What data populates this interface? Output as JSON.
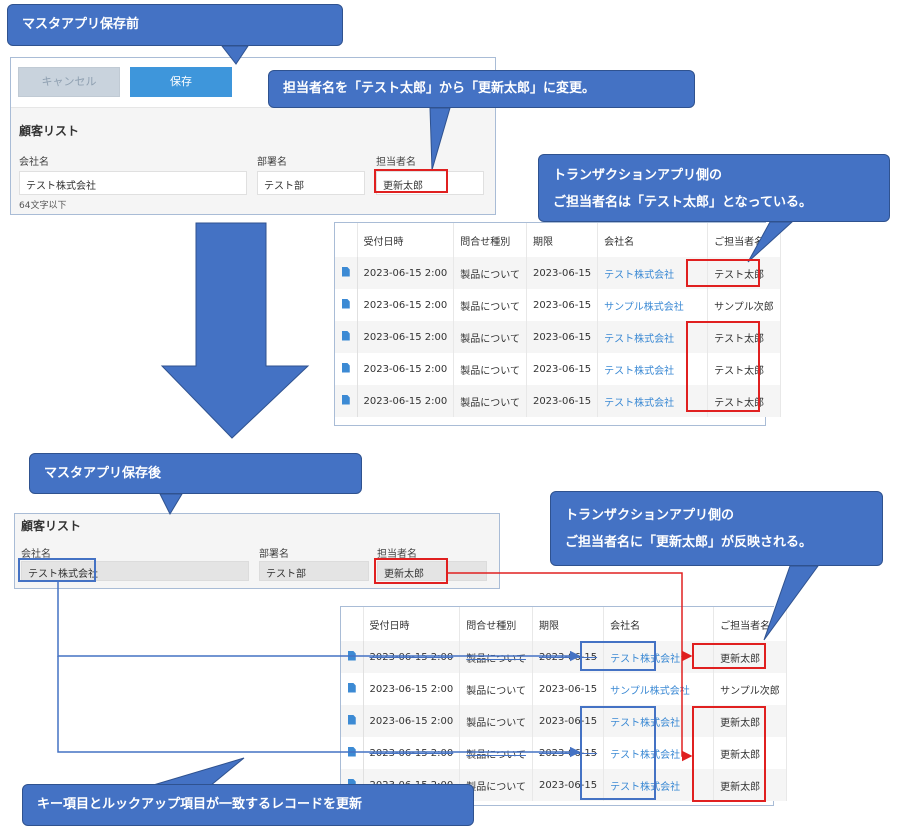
{
  "callouts": {
    "before_title": "マスタアプリ保存前",
    "change_note": "担当者名を「テスト太郎」から「更新太郎」に変更。",
    "trans_before_line1": "トランザクションアプリ側の",
    "trans_before_line2": "ご担当者名は「テスト太郎」となっている。",
    "after_title": "マスタアプリ保存後",
    "trans_after_line1": "トランザクションアプリ側の",
    "trans_after_line2": "ご担当者名に「更新太郎」が反映される。",
    "key_note": "キー項目とルックアップ項目が一致するレコードを更新"
  },
  "master_before": {
    "cancel_label": "キャンセル",
    "save_label": "保存",
    "list_title": "顧客リスト",
    "company_label": "会社名",
    "company_value": "テスト株式会社",
    "company_hint": "64文字以下",
    "dept_label": "部署名",
    "dept_value": "テスト部",
    "person_label": "担当者名",
    "person_value": "更新太郎"
  },
  "master_after": {
    "list_title": "顧客リスト",
    "company_label": "会社名",
    "company_value": "テスト株式会社",
    "dept_label": "部署名",
    "dept_value": "テスト部",
    "person_label": "担当者名",
    "person_value": "更新太郎"
  },
  "trans_before": {
    "headers": [
      "受付日時",
      "問合せ種別",
      "期限",
      "会社名",
      "ご担当者名"
    ],
    "rows": [
      {
        "date": "2023-06-15 2:00",
        "type": "製品について",
        "due": "2023-06-15",
        "company": "テスト株式会社",
        "person": "テスト太郎"
      },
      {
        "date": "2023-06-15 2:00",
        "type": "製品について",
        "due": "2023-06-15",
        "company": "サンプル株式会社",
        "person": "サンプル次郎"
      },
      {
        "date": "2023-06-15 2:00",
        "type": "製品について",
        "due": "2023-06-15",
        "company": "テスト株式会社",
        "person": "テスト太郎"
      },
      {
        "date": "2023-06-15 2:00",
        "type": "製品について",
        "due": "2023-06-15",
        "company": "テスト株式会社",
        "person": "テスト太郎"
      },
      {
        "date": "2023-06-15 2:00",
        "type": "製品について",
        "due": "2023-06-15",
        "company": "テスト株式会社",
        "person": "テスト太郎"
      }
    ]
  },
  "trans_after": {
    "headers": [
      "受付日時",
      "問合せ種別",
      "期限",
      "会社名",
      "ご担当者名"
    ],
    "rows": [
      {
        "date": "2023-06-15 2:00",
        "type": "製品について",
        "due": "2023-06-15",
        "company": "テスト株式会社",
        "person": "更新太郎"
      },
      {
        "date": "2023-06-15 2:00",
        "type": "製品について",
        "due": "2023-06-15",
        "company": "サンプル株式会社",
        "person": "サンプル次郎"
      },
      {
        "date": "2023-06-15 2:00",
        "type": "製品について",
        "due": "2023-06-15",
        "company": "テスト株式会社",
        "person": "更新太郎"
      },
      {
        "date": "2023-06-15 2:00",
        "type": "製品について",
        "due": "2023-06-15",
        "company": "テスト株式会社",
        "person": "更新太郎"
      },
      {
        "date": "2023-06-15 2:00",
        "type": "製品について",
        "due": "2023-06-15",
        "company": "テスト株式会社",
        "person": "更新太郎"
      }
    ]
  },
  "colors": {
    "callout": "#4472c4",
    "highlight_red": "#e02020",
    "highlight_blue": "#4472c4",
    "link": "#3c8ad4",
    "save_button": "#3e96db"
  },
  "icons": {
    "doc": "document-icon",
    "down_arrow": "down-arrow-icon"
  }
}
